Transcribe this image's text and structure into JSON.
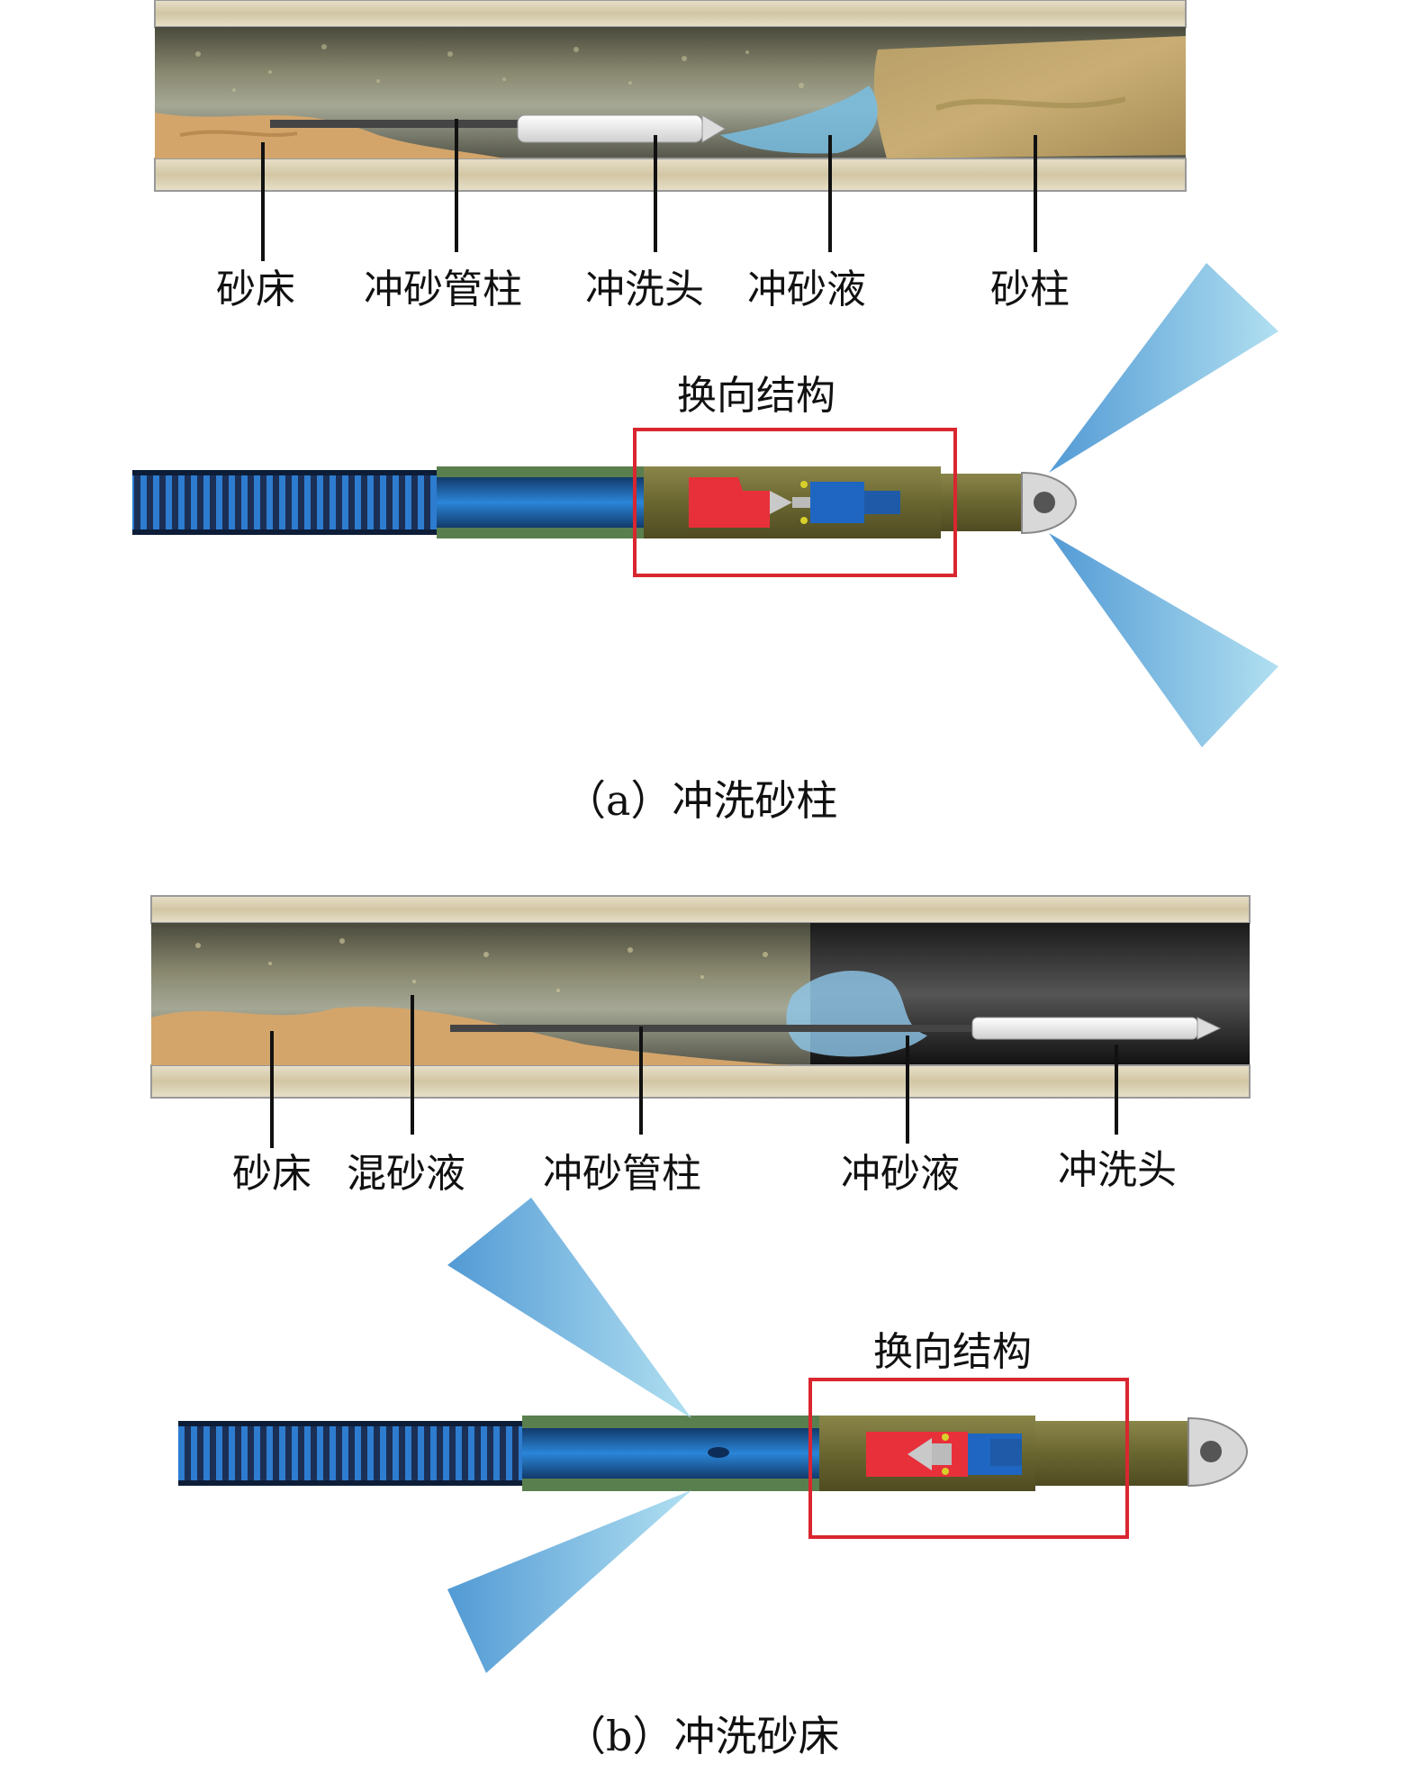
{
  "panel_a": {
    "labels": [
      "砂床",
      "冲砂管柱",
      "冲洗头",
      "冲砂液",
      "砂柱"
    ],
    "highlight_title": "换向结构",
    "caption": "（a）冲洗砂柱"
  },
  "panel_b": {
    "labels": [
      "砂床",
      "混砂液",
      "冲砂管柱",
      "冲砂液",
      "冲洗头"
    ],
    "highlight_title": "换向结构",
    "caption": "（b）冲洗砂床"
  },
  "colors": {
    "highlight_box": "#d9262f",
    "reversing_part": "#e8303a",
    "hose_blue": "#1e6fc0",
    "tool_body": "#6f6b32",
    "spray": "#7fc6e4",
    "sand": "#d2a36a",
    "casing": "#d8ceb2"
  }
}
